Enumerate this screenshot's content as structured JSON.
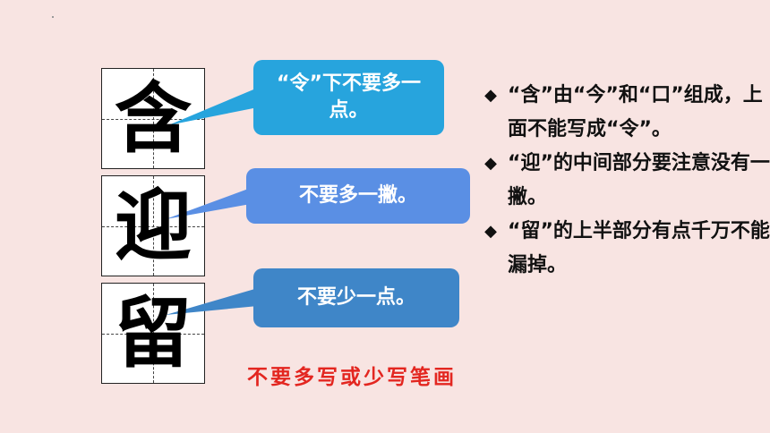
{
  "characters": [
    {
      "char": "含",
      "note": "“令”下不要多一点。"
    },
    {
      "char": "迎",
      "note": "不要多一撇。"
    },
    {
      "char": "留",
      "note": "不要少一点。"
    }
  ],
  "rules": [
    {
      "bullet": "◆",
      "text": "“含”由“今”和“口”组成，上面不能写成“令”。"
    },
    {
      "bullet": "◆",
      "text": "“迎”的中间部分要注意没有一撇。"
    },
    {
      "bullet": "◆",
      "text": "“留”的上半部分有点千万不能漏掉。"
    }
  ],
  "footer": "不要多写或少写笔画",
  "colors": {
    "background": "#f8e4e2",
    "bubble1": "#27a4dd",
    "bubble2": "#5a8fe4",
    "bubble3": "#3f86c8",
    "footer": "#e32620"
  }
}
